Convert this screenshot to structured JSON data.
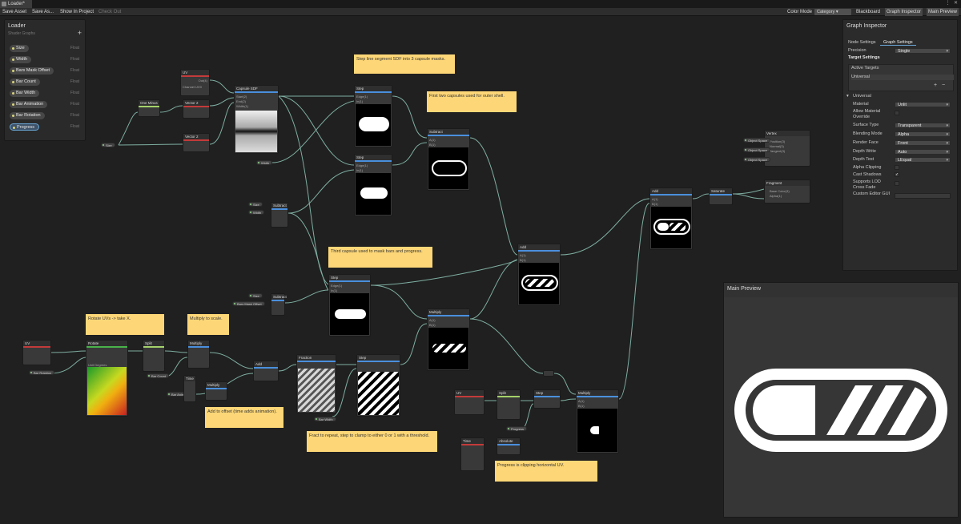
{
  "window": {
    "tab_title": "Loader*"
  },
  "toolbar": {
    "save_asset": "Save Asset",
    "save_as": "Save As...",
    "show_in_project": "Show In Project",
    "check_out": "Check Out",
    "color_mode_label": "Color Mode",
    "color_mode_value": "Category",
    "blackboard": "Blackboard",
    "graph_inspector": "Graph Inspector",
    "main_preview": "Main Preview"
  },
  "blackboard": {
    "title": "Loader",
    "subtitle": "Shader Graphs",
    "add": "+",
    "properties": [
      {
        "name": "Size",
        "type": "Float"
      },
      {
        "name": "Width",
        "type": "Float"
      },
      {
        "name": "Bars Mask Offset",
        "type": "Float"
      },
      {
        "name": "Bar Count",
        "type": "Float"
      },
      {
        "name": "Bar Width",
        "type": "Float"
      },
      {
        "name": "Bar Animation",
        "type": "Float"
      },
      {
        "name": "Bar Rotation",
        "type": "Float"
      },
      {
        "name": "Progress",
        "type": "Float"
      }
    ]
  },
  "notes": {
    "n1": "Step line segment SDF into 3 capsule masks.",
    "n2": "First two capsules used for outer shell.",
    "n3": "Third capsule used to mask bars and progress.",
    "n4": "Rotate UVs -> take X.",
    "n5": "Multiply to scale.",
    "n6": "Add to offset (time adds animation).",
    "n7": "Fract to repeat, step to clamp to either 0 or 1 with a threshold.",
    "n8": "Progress is clipping horizontal UV."
  },
  "nodes": {
    "uv1": "UV",
    "uv1_out": "Out(4)",
    "uv1_ch": "Channel  UV0",
    "one_minus": "One Minus",
    "vec1": "Vector 2",
    "vec2": "Vector 2",
    "capsule": "Capsule SDF",
    "step1": "Step",
    "step2": "Step",
    "step3": "Step",
    "subtract1": "Subtract",
    "subtract2": "Subtract",
    "subtract3": "Subtract",
    "add1": "Add",
    "add2": "Add",
    "add3": "Add",
    "vertex": "Vertex",
    "fragment": "Fragment",
    "v_pos": "Position(3)",
    "v_norm": "Normal(3)",
    "v_tan": "Tangent(3)",
    "v_obj1": "Object Space",
    "v_obj2": "Object Space",
    "v_obj3": "Object Space",
    "f_base": "Base Color(3)",
    "f_alpha": "Alpha(1)",
    "saturate": "Saturate",
    "uv2": "UV",
    "rotate": "Rotate",
    "rotate_unit": "Unit  Degrees",
    "split": "Split",
    "multiply1": "Multiply",
    "multiply2": "Multiply",
    "multiply3": "Multiply",
    "time1": "Time",
    "fraction": "Fraction",
    "uv3": "UV",
    "split2": "Split",
    "time2": "Time",
    "absolute": "Absolute",
    "prop_size": "Size",
    "prop_width": "Width",
    "prop_offset": "Bars Mask Offset",
    "prop_bar_rot": "Bar Rotation",
    "prop_bar_count": "Bar Count",
    "prop_bar_anim": "Bar Animation",
    "prop_bar_width": "Bar Width",
    "prop_progress": "Progress",
    "port_in": "In(1)",
    "port_out": "Out(1)",
    "port_edge": "Edge(1)",
    "port_a": "A(1)",
    "port_b": "B(1)",
    "port_start": "Start(2)",
    "port_end": "End(2)",
    "port_width": "Width(1)"
  },
  "inspector": {
    "title": "Graph Inspector",
    "tab_node": "Node Settings",
    "tab_graph": "Graph Settings",
    "precision_label": "Precision",
    "precision_value": "Single",
    "target_settings": "Target Settings",
    "active_targets": "Active Targets",
    "universal_item": "Universal",
    "universal_header": "Universal",
    "material_label": "Material",
    "material_value": "Unlit",
    "allow_override_label": "Allow Material Override",
    "surface_label": "Surface Type",
    "surface_value": "Transparent",
    "blending_label": "Blending Mode",
    "blending_value": "Alpha",
    "render_face_label": "Render Face",
    "render_face_value": "Front",
    "depth_write_label": "Depth Write",
    "depth_write_value": "Auto",
    "depth_test_label": "Depth Test",
    "depth_test_value": "LEqual",
    "alpha_clip_label": "Alpha Clipping",
    "cast_shadows_label": "Cast Shadows",
    "lod_label": "Supports LOD Cross Fade",
    "custom_gui_label": "Custom Editor GUI"
  },
  "main_preview": {
    "title": "Main Preview"
  }
}
